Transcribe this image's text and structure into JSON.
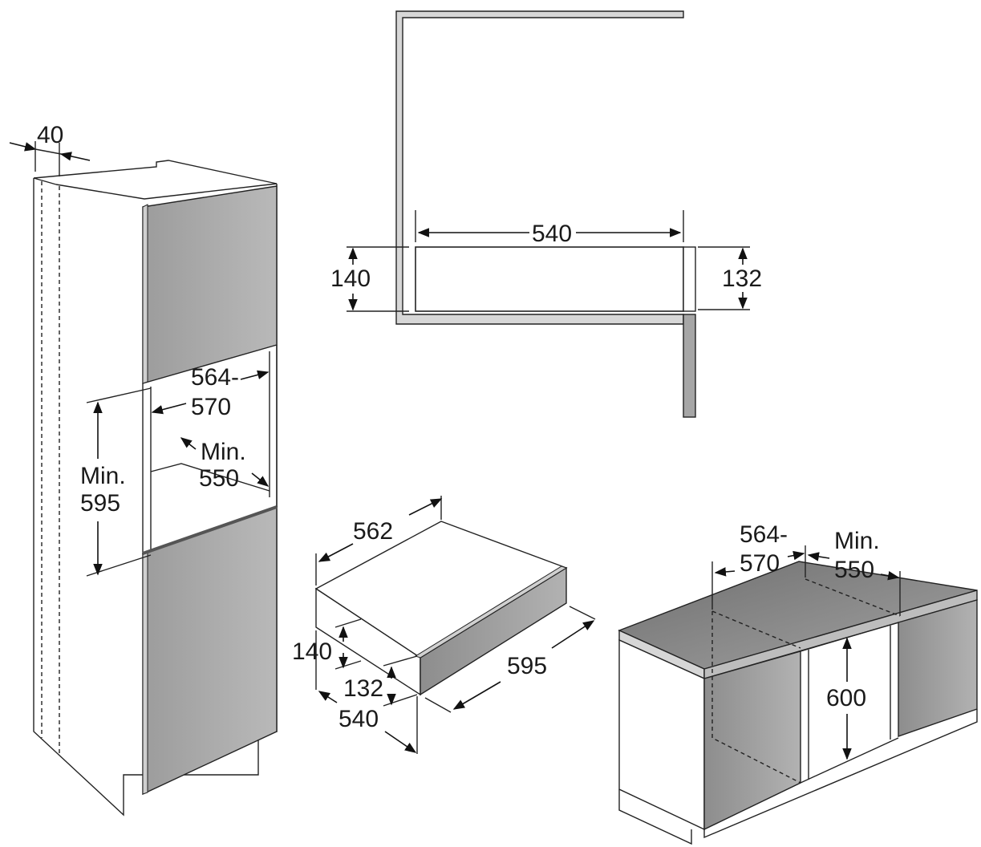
{
  "dimensions": {
    "tall_unit": {
      "side_offset": "40",
      "niche_width_a": "564-",
      "niche_width_b": "570",
      "niche_depth_a": "Min.",
      "niche_depth_b": "550",
      "niche_height_a": "Min.",
      "niche_height_b": "595"
    },
    "section": {
      "width": "540",
      "opening_height": "140",
      "drawer_height": "132"
    },
    "drawer": {
      "depth": "562",
      "width": "595",
      "height": "140",
      "front_height": "132",
      "body_width": "540"
    },
    "counter_unit": {
      "niche_width_a": "564-",
      "niche_width_b": "570",
      "niche_depth_a": "Min.",
      "niche_depth_b": "550",
      "height": "600"
    }
  },
  "colors": {
    "line": "#222222",
    "panel_gray": "#a7a7a7",
    "panel_light": "#d9d9d9",
    "worktop": "#8e8e8e"
  }
}
